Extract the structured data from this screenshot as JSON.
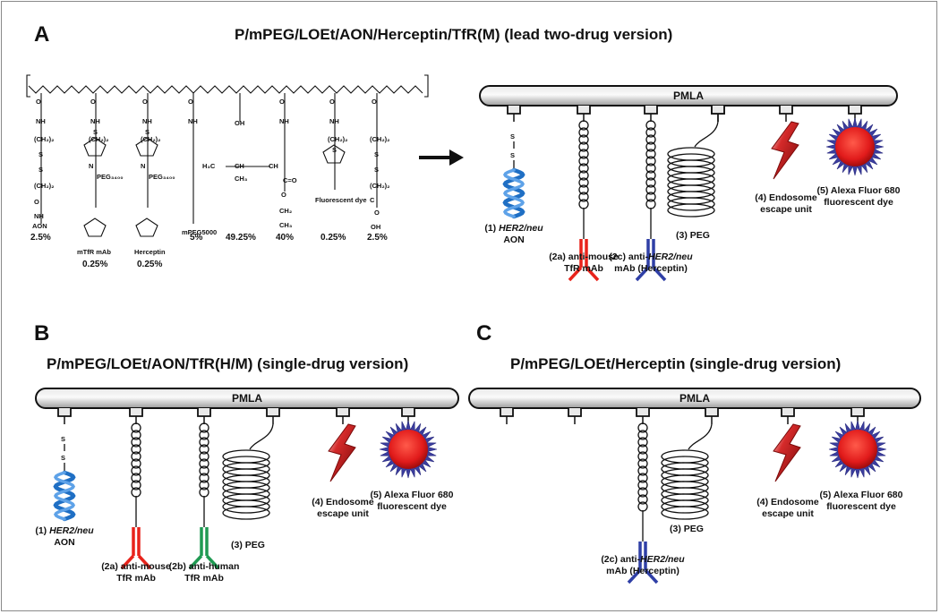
{
  "panels": {
    "a": {
      "label": "A",
      "title": "P/mPEG/LOEt/AON/Herceptin/TfR(M) (lead two-drug version)",
      "backbone": "PMLA",
      "components": {
        "aon": [
          "(1) HER2/neu",
          "AON"
        ],
        "anti_mouse": [
          "(2a) anti-mouse",
          "TfR mAb"
        ],
        "herceptin": [
          "(2c) anti-HER2/neu",
          "mAb (Herceptin)"
        ],
        "peg": [
          "(3) PEG"
        ],
        "endosome": [
          "(4) Endosome",
          "escape unit"
        ],
        "dye": [
          "(5) Alexa Fluor 680",
          "fluorescent dye"
        ]
      },
      "chemistry": {
        "side_chain_labels": [
          "AON",
          "mTfR mAb",
          "Herceptin",
          "mPEG5000",
          "Fluorescent dye"
        ],
        "percentages": [
          "2.5%",
          "0.25%",
          "0.25%",
          "5%",
          "49.25%",
          "40%",
          "0.25%",
          "2.5%"
        ]
      }
    },
    "b": {
      "label": "B",
      "title": "P/mPEG/LOEt/AON/TfR(H/M) (single-drug version)",
      "backbone": "PMLA",
      "components": {
        "aon": [
          "(1) HER2/neu",
          "AON"
        ],
        "anti_mouse": [
          "(2a) anti-mouse",
          "TfR mAb"
        ],
        "anti_human": [
          "(2b) anti-human",
          "TfR mAb"
        ],
        "peg": [
          "(3) PEG"
        ],
        "endosome": [
          "(4) Endosome",
          "escape unit"
        ],
        "dye": [
          "(5) Alexa Fluor 680",
          "fluorescent dye"
        ]
      }
    },
    "c": {
      "label": "C",
      "title": "P/mPEG/LOEt/Herceptin (single-drug version)",
      "backbone": "PMLA",
      "components": {
        "herceptin": [
          "(2c) anti-HER2/neu",
          "mAb (Herceptin)"
        ],
        "peg": [
          "(3) PEG"
        ],
        "endosome": [
          "(4) Endosome",
          "escape unit"
        ],
        "dye": [
          "(5) Alexa Fluor 680",
          "fluorescent dye"
        ]
      }
    }
  },
  "colors": {
    "aon": "#1f6fc4",
    "anti_mouse": "#e8231b",
    "anti_human": "#1f9a52",
    "herceptin": "#2f3fa6",
    "endosome": "#b3121b",
    "dye_core": "#e11b1b",
    "dye_spikes": "#3b3d9e"
  }
}
